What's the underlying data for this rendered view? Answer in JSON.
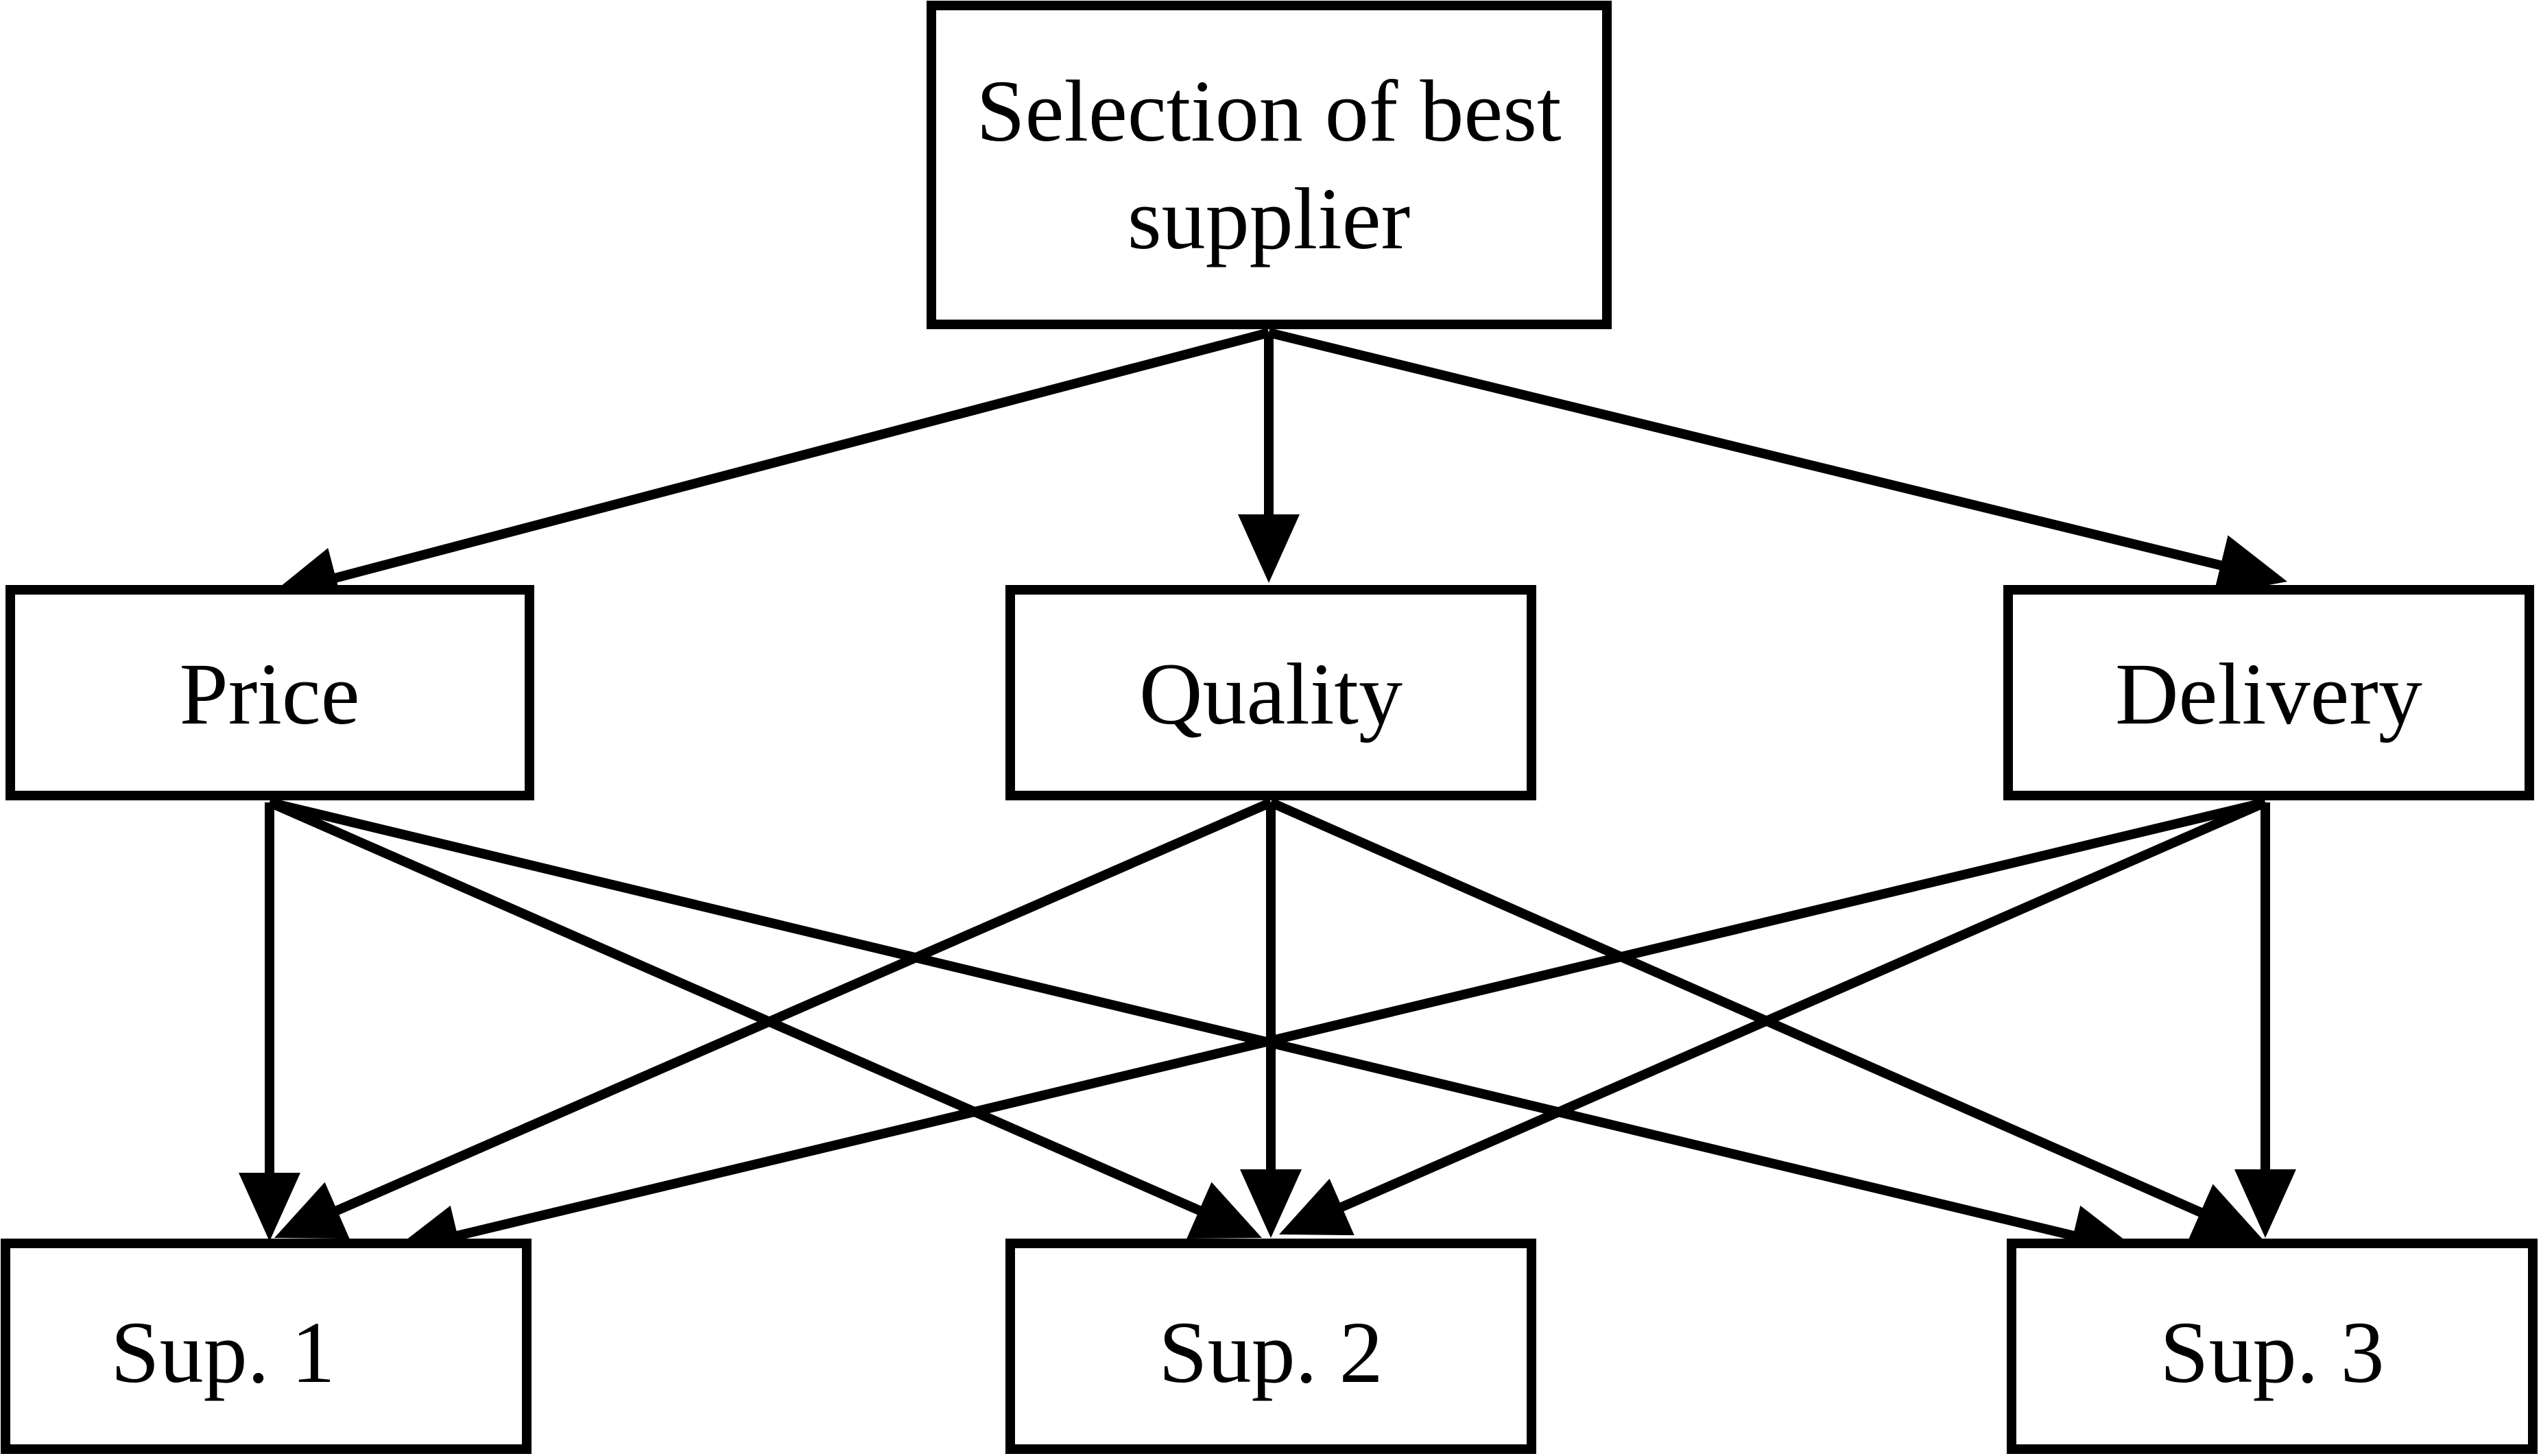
{
  "diagram": {
    "goal": {
      "line1": "Selection of best",
      "line2": "supplier"
    },
    "criteria": [
      {
        "id": "price",
        "label": "Price"
      },
      {
        "id": "quality",
        "label": "Quality"
      },
      {
        "id": "delivery",
        "label": "Delivery"
      }
    ],
    "alternatives": [
      {
        "id": "sup1",
        "label": "Sup. 1"
      },
      {
        "id": "sup2",
        "label": "Sup. 2"
      },
      {
        "id": "sup3",
        "label": "Sup. 3"
      }
    ],
    "edges": [
      {
        "from": "goal",
        "to": "price"
      },
      {
        "from": "goal",
        "to": "quality"
      },
      {
        "from": "goal",
        "to": "delivery"
      },
      {
        "from": "price",
        "to": "sup1"
      },
      {
        "from": "price",
        "to": "sup2"
      },
      {
        "from": "price",
        "to": "sup3"
      },
      {
        "from": "quality",
        "to": "sup1"
      },
      {
        "from": "quality",
        "to": "sup2"
      },
      {
        "from": "quality",
        "to": "sup3"
      },
      {
        "from": "delivery",
        "to": "sup1"
      },
      {
        "from": "delivery",
        "to": "sup2"
      },
      {
        "from": "delivery",
        "to": "sup3"
      }
    ]
  }
}
